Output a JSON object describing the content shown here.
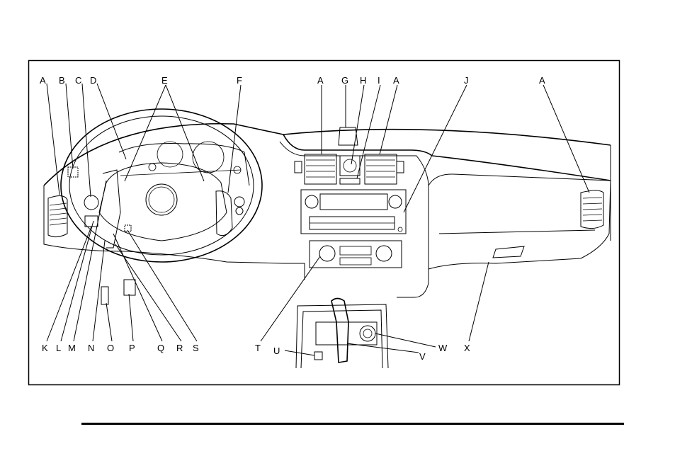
{
  "diagram": {
    "callouts": [
      {
        "id": "A1",
        "text": "A"
      },
      {
        "id": "B",
        "text": "B"
      },
      {
        "id": "C",
        "text": "C"
      },
      {
        "id": "D",
        "text": "D"
      },
      {
        "id": "E",
        "text": "E"
      },
      {
        "id": "F",
        "text": "F"
      },
      {
        "id": "A2",
        "text": "A"
      },
      {
        "id": "G",
        "text": "G"
      },
      {
        "id": "H",
        "text": "H"
      },
      {
        "id": "I",
        "text": "I"
      },
      {
        "id": "A3",
        "text": "A"
      },
      {
        "id": "J",
        "text": "J"
      },
      {
        "id": "A4",
        "text": "A"
      },
      {
        "id": "K",
        "text": "K"
      },
      {
        "id": "L",
        "text": "L"
      },
      {
        "id": "M",
        "text": "M"
      },
      {
        "id": "N",
        "text": "N"
      },
      {
        "id": "O",
        "text": "O"
      },
      {
        "id": "P",
        "text": "P"
      },
      {
        "id": "Q",
        "text": "Q"
      },
      {
        "id": "R",
        "text": "R"
      },
      {
        "id": "S",
        "text": "S"
      },
      {
        "id": "T",
        "text": "T"
      },
      {
        "id": "U",
        "text": "U"
      },
      {
        "id": "V",
        "text": "V"
      },
      {
        "id": "W",
        "text": "W"
      },
      {
        "id": "X",
        "text": "X"
      }
    ]
  }
}
